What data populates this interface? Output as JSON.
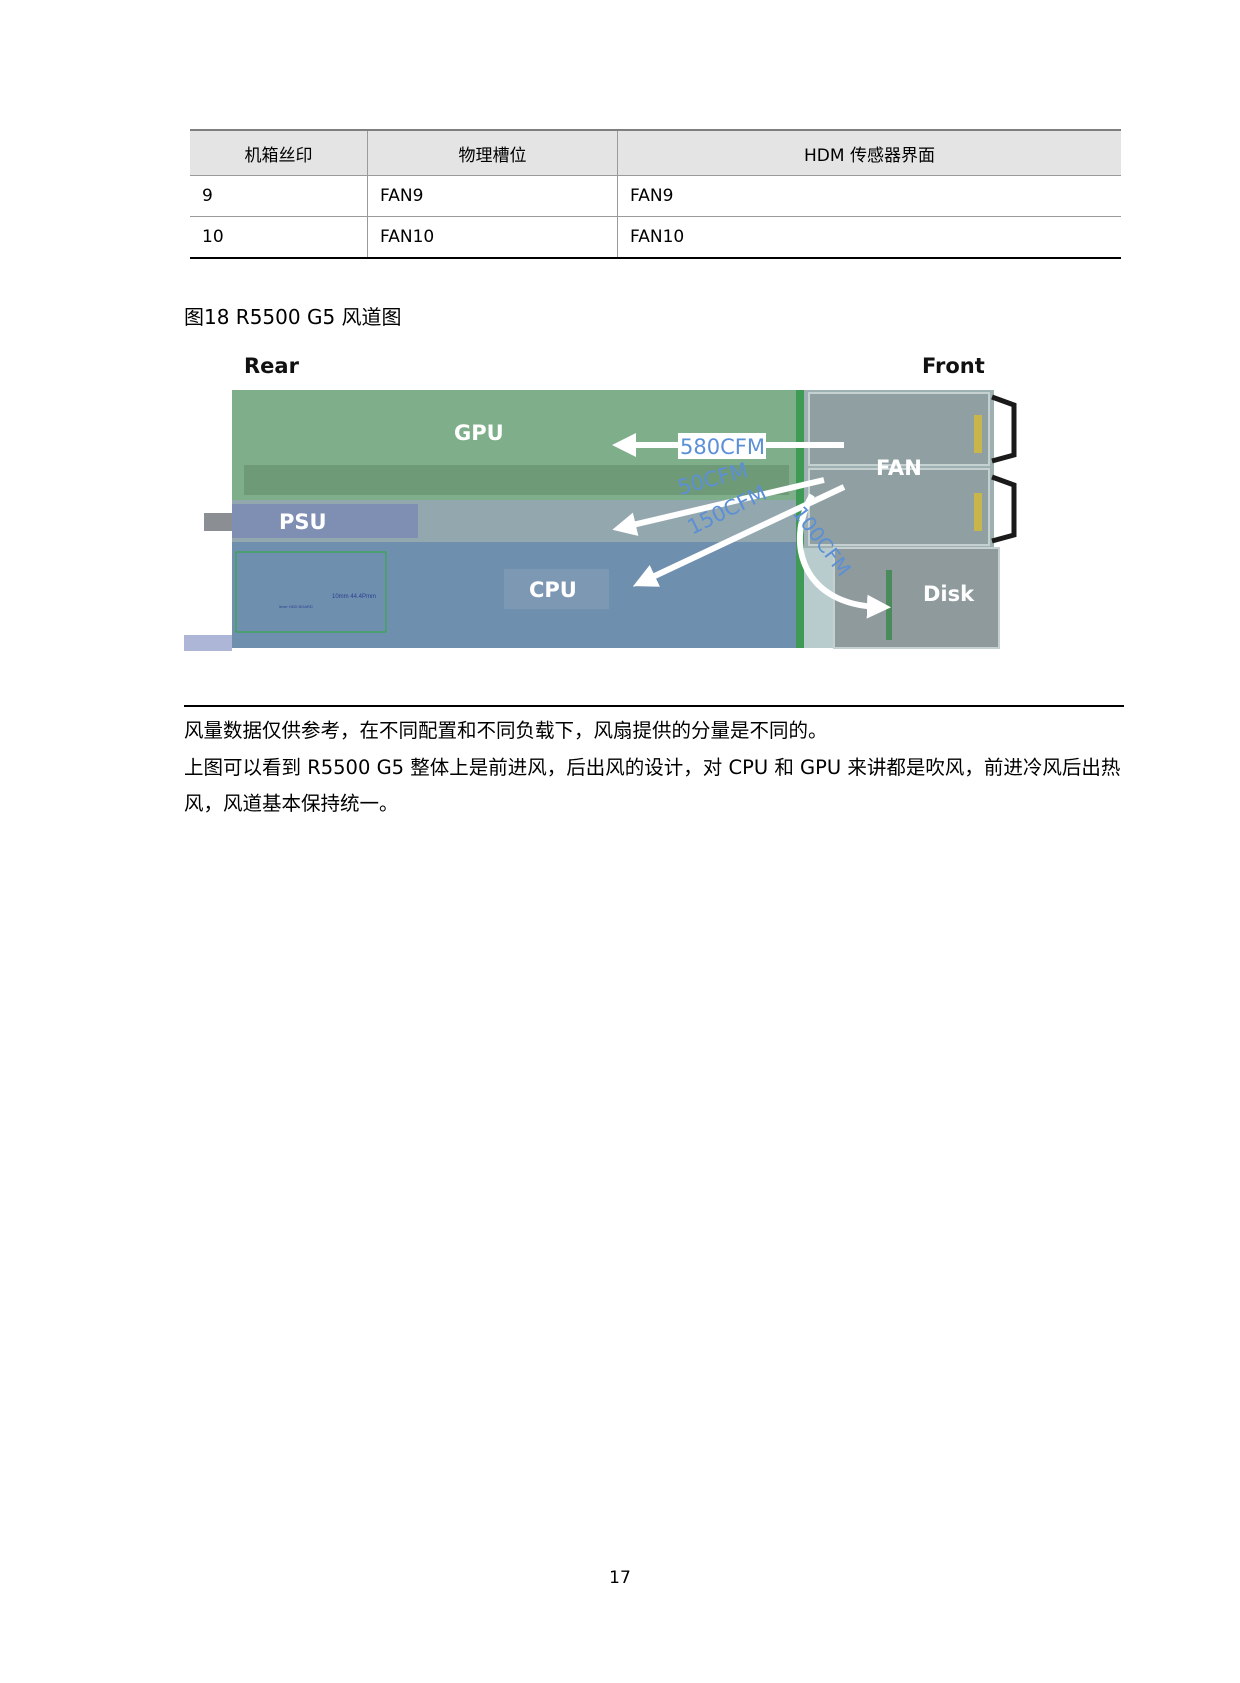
{
  "table": {
    "headers": [
      "机箱丝印",
      "物理槽位",
      "HDM 传感器界面"
    ],
    "rows": [
      [
        "9",
        "FAN9",
        "FAN9"
      ],
      [
        "10",
        "FAN10",
        "FAN10"
      ]
    ]
  },
  "figure_caption": "图18  R5500 G5 风道图",
  "diagram": {
    "rear_label": "Rear",
    "front_label": "Front",
    "gpu_label": "GPU",
    "psu_label": "PSU",
    "cpu_label": "CPU",
    "fan_label": "FAN",
    "disk_label": "Disk",
    "flows": {
      "gpu": "580CFM",
      "psu": "50CFM",
      "cpu": "150CFM",
      "disk": "100CFM"
    },
    "pcb_text_1": "10mm 44.4Pmm",
    "pcb_text_2": "lever HDD BOARD",
    "colors": {
      "gpu_zone": "#7fae8a",
      "psu_zone": "#93a7ae",
      "cpu_zone": "#6f8faf",
      "fan_zone": "#8f9fa2",
      "flow_text": "#5b8fd6"
    }
  },
  "note": "风量数据仅供参考，在不同配置和不同负载下，风扇提供的分量是不同的。",
  "paragraph": "上图可以看到 R5500 G5 整体上是前进风，后出风的设计，对 CPU 和 GPU 来讲都是吹风，前进冷风后出热风，风道基本保持统一。",
  "page_number": "17"
}
